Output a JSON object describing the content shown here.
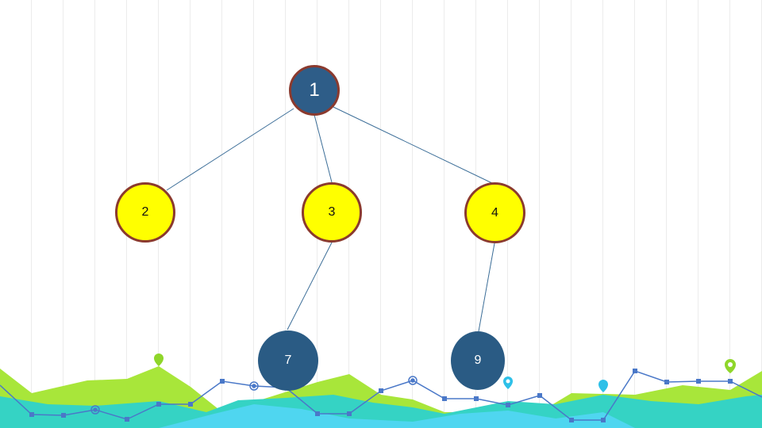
{
  "nodes": {
    "n1": "1",
    "n2": "2",
    "n3": "3",
    "n4": "4",
    "n7": "7",
    "n9": "9"
  },
  "colors": {
    "yellow_node": "#ffff00",
    "blue_node": "#2a5b84",
    "node_border": "#8b3a2e",
    "edge": "#3c6e98",
    "wave_green": "#a8e63a",
    "wave_teal": "#35d3c4",
    "wave_cyan": "#4fd6f0",
    "line_blue": "#4a78c8"
  },
  "decorations": {
    "pins": [
      "green-pin-icon",
      "cyan-pin-icon",
      "blue-pin-icon",
      "green-outline-pin-icon"
    ]
  }
}
